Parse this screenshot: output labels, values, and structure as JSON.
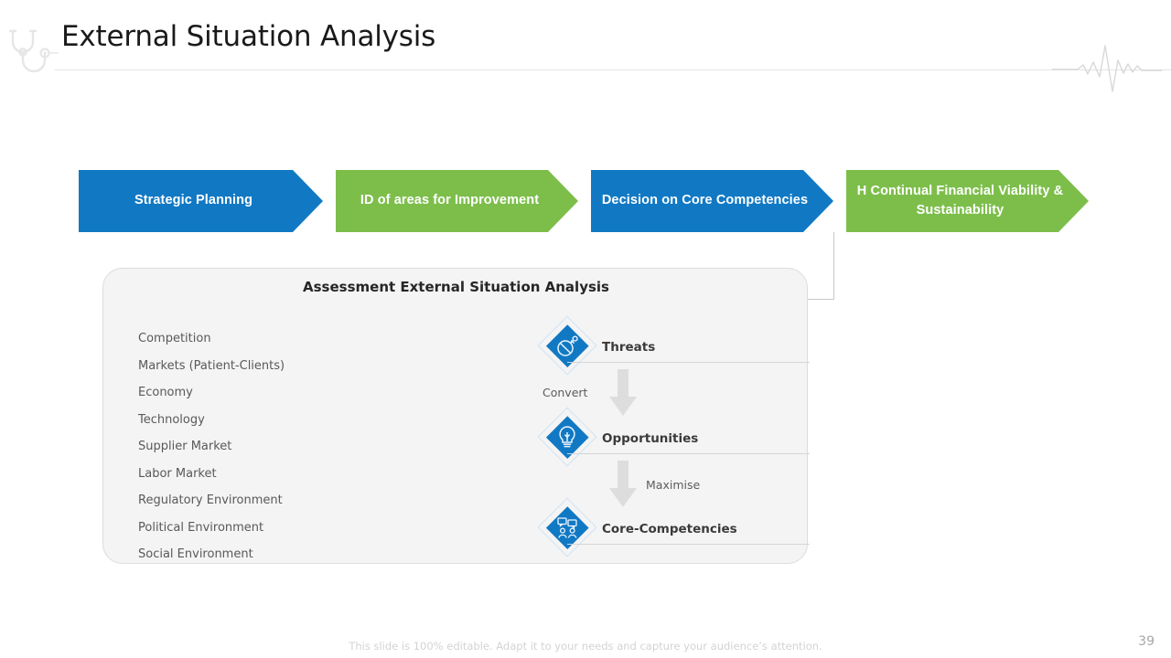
{
  "header": {
    "title": "External Situation Analysis",
    "left_icon": "stethoscope-icon",
    "right_icon": "ekg-heartbeat-icon"
  },
  "colors": {
    "blue": "#1179c4",
    "green": "#7dbe4b",
    "card_background": "#f4f4f4",
    "card_border": "#dcdcdc",
    "diamond_blue": "#1179c4",
    "diamond_outline": "#cfe2f2",
    "arrow_gray": "#dcdcdc"
  },
  "process_chevrons": [
    {
      "label": "Strategic Planning",
      "color": "#1179c4"
    },
    {
      "label": "ID of areas for Improvement",
      "color": "#7dbe4b"
    },
    {
      "label": "Decision on Core Competencies",
      "color": "#1179c4"
    },
    {
      "label": "H Continual Financial Viability & Sustainability",
      "color": "#7dbe4b"
    }
  ],
  "assessment_card": {
    "title": "Assessment External Situation Analysis",
    "factors": [
      "Competition",
      "Markets (Patient-Clients)",
      "Economy",
      "Technology",
      "Supplier Market",
      "Labor Market",
      "Regulatory Environment",
      "Political Environment",
      "Social Environment"
    ],
    "flow": {
      "stages": [
        {
          "label": "Threats",
          "icon": "bomb-icon"
        },
        {
          "label": "Opportunities",
          "icon": "lightbulb-icon"
        },
        {
          "label": "Core-Competencies",
          "icon": "team-presentation-icon"
        }
      ],
      "transitions": [
        {
          "label": "Convert",
          "icon": "down-arrow-icon"
        },
        {
          "label": "Maximise",
          "icon": "down-arrow-icon"
        }
      ]
    }
  },
  "footer": {
    "note": "This slide is 100% editable. Adapt it to your needs and capture your audience’s attention.",
    "page_number": "39"
  }
}
